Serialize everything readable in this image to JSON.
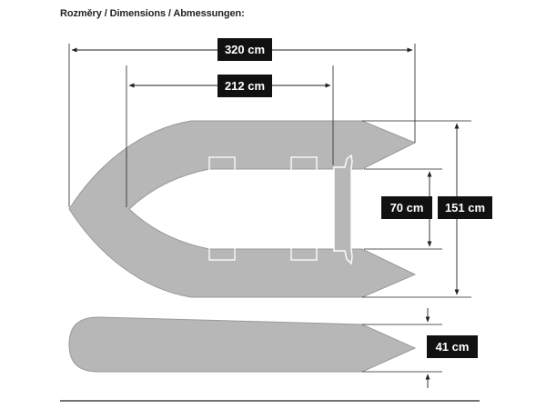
{
  "heading": "Rozměry / Dimensions / Abmessungen:",
  "dimensions": {
    "overall_length": "320 cm",
    "inner_length": "212 cm",
    "inner_width": "70 cm",
    "overall_width": "151 cm",
    "tube_diameter": "41 cm"
  },
  "colors": {
    "hull": "#b7b7b7",
    "label_bg": "#111111",
    "label_text": "#ffffff",
    "line": "#222222"
  }
}
